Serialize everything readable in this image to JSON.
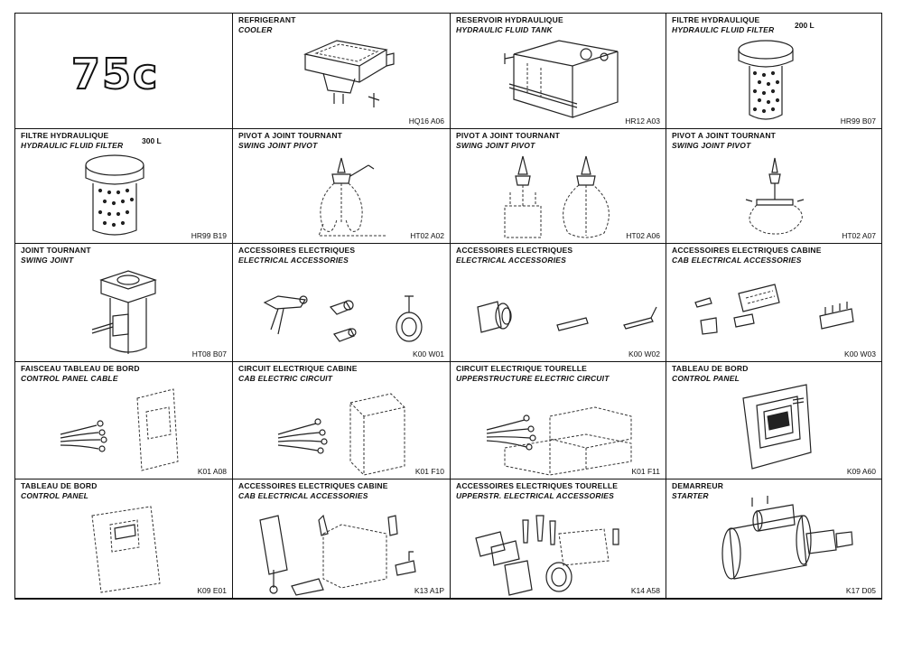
{
  "logo": "75c",
  "cells": [
    {
      "id": "logo"
    },
    {
      "id": "cooler",
      "title_fr": "REFRIGERANT",
      "title_en": "COOLER",
      "code": "HQ16 A06"
    },
    {
      "id": "tank",
      "title_fr": "RESERVOIR HYDRAULIQUE",
      "title_en": "HYDRAULIC FLUID TANK",
      "code": "HR12 A03"
    },
    {
      "id": "filter200",
      "title_fr": "FILTRE HYDRAULIQUE",
      "title_en": "HYDRAULIC FLUID FILTER",
      "extra": "200 L",
      "code": "HR99 B07"
    },
    {
      "id": "filter300",
      "title_fr": "FILTRE HYDRAULIQUE",
      "title_en": "HYDRAULIC FLUID FILTER",
      "extra": "300 L",
      "code": "HR99 B19"
    },
    {
      "id": "pivot1",
      "title_fr": "PIVOT A JOINT TOURNANT",
      "title_en": "SWING JOINT PIVOT",
      "code": "HT02 A02"
    },
    {
      "id": "pivot2",
      "title_fr": "PIVOT A JOINT TOURNANT",
      "title_en": "SWING JOINT PIVOT",
      "code": "HT02 A06"
    },
    {
      "id": "pivot3",
      "title_fr": "PIVOT A JOINT TOURNANT",
      "title_en": "SWING JOINT PIVOT",
      "code": "HT02 A07"
    },
    {
      "id": "swingjoint",
      "title_fr": "JOINT TOURNANT",
      "title_en": "SWING JOINT",
      "code": "HT08 B07"
    },
    {
      "id": "elec1",
      "title_fr": "ACCESSOIRES ELECTRIQUES",
      "title_en": "ELECTRICAL ACCESSORIES",
      "code": "K00 W01"
    },
    {
      "id": "elec2",
      "title_fr": "ACCESSOIRES ELECTRIQUES",
      "title_en": "ELECTRICAL ACCESSORIES",
      "code": "K00 W02"
    },
    {
      "id": "cabelec1",
      "title_fr": "ACCESSOIRES ELECTRIQUES CABINE",
      "title_en": "CAB ELECTRICAL ACCESSORIES",
      "code": "K00 W03"
    },
    {
      "id": "cable",
      "title_fr": "FAISCEAU TABLEAU DE BORD",
      "title_en": "CONTROL PANEL CABLE",
      "code": "K01 A08"
    },
    {
      "id": "cabcircuit",
      "title_fr": "CIRCUIT ELECTRIQUE CABINE",
      "title_en": "CAB ELECTRIC CIRCUIT",
      "code": "K01 F10"
    },
    {
      "id": "uppercircuit",
      "title_fr": "CIRCUIT ELECTRIQUE TOURELLE",
      "title_en": "UPPERSTRUCTURE ELECTRIC CIRCUIT",
      "code": "K01 F11"
    },
    {
      "id": "panel1",
      "title_fr": "TABLEAU DE BORD",
      "title_en": "CONTROL PANEL",
      "code": "K09 A60"
    },
    {
      "id": "panel2",
      "title_fr": "TABLEAU DE BORD",
      "title_en": "CONTROL PANEL",
      "code": "K09 E01"
    },
    {
      "id": "cabelec2",
      "title_fr": "ACCESSOIRES ELECTRIQUES CABINE",
      "title_en": "CAB ELECTRICAL ACCESSORIES",
      "code": "K13 A1P"
    },
    {
      "id": "upperelec",
      "title_fr": "ACCESSOIRES ELECTRIQUES TOURELLE",
      "title_en": "UPPERSTR. ELECTRICAL ACCESSORIES",
      "code": "K14 A58"
    },
    {
      "id": "starter",
      "title_fr": "DEMARREUR",
      "title_en": "STARTER",
      "code": "K17 D05"
    }
  ]
}
